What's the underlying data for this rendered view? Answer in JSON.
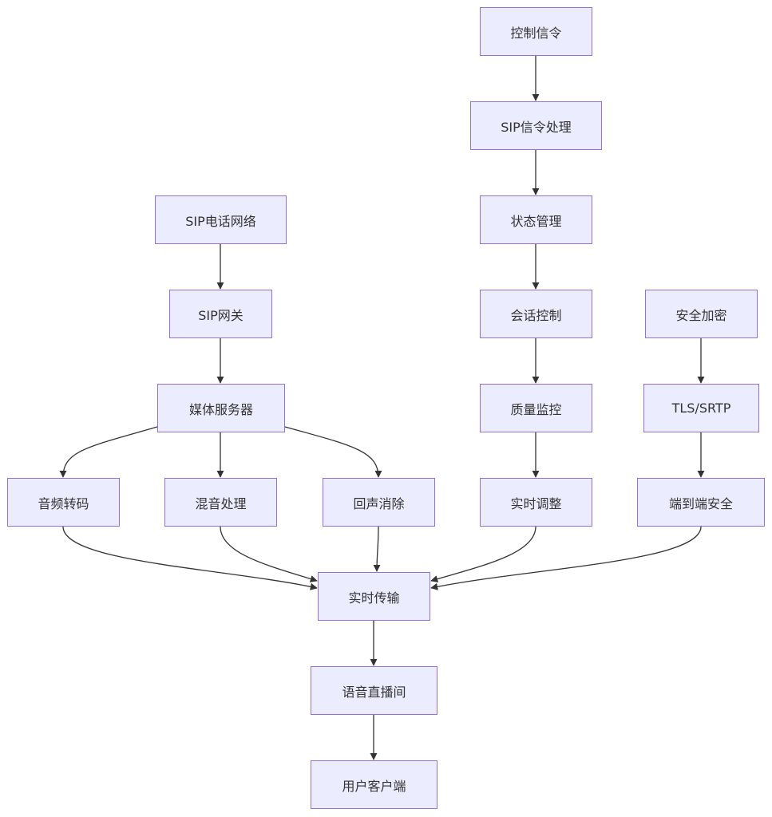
{
  "colors": {
    "node_fill": "#ECECFF",
    "node_stroke": "#9370DB",
    "edge": "#333333",
    "text": "#333333"
  },
  "nodes": [
    {
      "id": "ctrl",
      "label": "控制信令"
    },
    {
      "id": "sipsig",
      "label": "SIP信令处理"
    },
    {
      "id": "state",
      "label": "状态管理"
    },
    {
      "id": "session",
      "label": "会话控制"
    },
    {
      "id": "quality",
      "label": "质量监控"
    },
    {
      "id": "adjust",
      "label": "实时调整"
    },
    {
      "id": "phone",
      "label": "SIP电话网络"
    },
    {
      "id": "gateway",
      "label": "SIP网关"
    },
    {
      "id": "media",
      "label": "媒体服务器"
    },
    {
      "id": "transcode",
      "label": "音频转码"
    },
    {
      "id": "mix",
      "label": "混音处理"
    },
    {
      "id": "echo",
      "label": "回声消除"
    },
    {
      "id": "security",
      "label": "安全加密"
    },
    {
      "id": "tls",
      "label": "TLS/SRTP"
    },
    {
      "id": "e2e",
      "label": "端到端安全"
    },
    {
      "id": "rt",
      "label": "实时传输"
    },
    {
      "id": "room",
      "label": "语音直播间"
    },
    {
      "id": "client",
      "label": "用户客户端"
    }
  ],
  "edges": [
    {
      "from": "ctrl",
      "to": "sipsig"
    },
    {
      "from": "sipsig",
      "to": "state"
    },
    {
      "from": "state",
      "to": "session"
    },
    {
      "from": "session",
      "to": "quality"
    },
    {
      "from": "quality",
      "to": "adjust"
    },
    {
      "from": "phone",
      "to": "gateway"
    },
    {
      "from": "gateway",
      "to": "media"
    },
    {
      "from": "media",
      "to": "transcode"
    },
    {
      "from": "media",
      "to": "mix"
    },
    {
      "from": "media",
      "to": "echo"
    },
    {
      "from": "security",
      "to": "tls"
    },
    {
      "from": "tls",
      "to": "e2e"
    },
    {
      "from": "transcode",
      "to": "rt"
    },
    {
      "from": "mix",
      "to": "rt"
    },
    {
      "from": "echo",
      "to": "rt"
    },
    {
      "from": "adjust",
      "to": "rt"
    },
    {
      "from": "e2e",
      "to": "rt"
    },
    {
      "from": "rt",
      "to": "room"
    },
    {
      "from": "room",
      "to": "client"
    }
  ]
}
